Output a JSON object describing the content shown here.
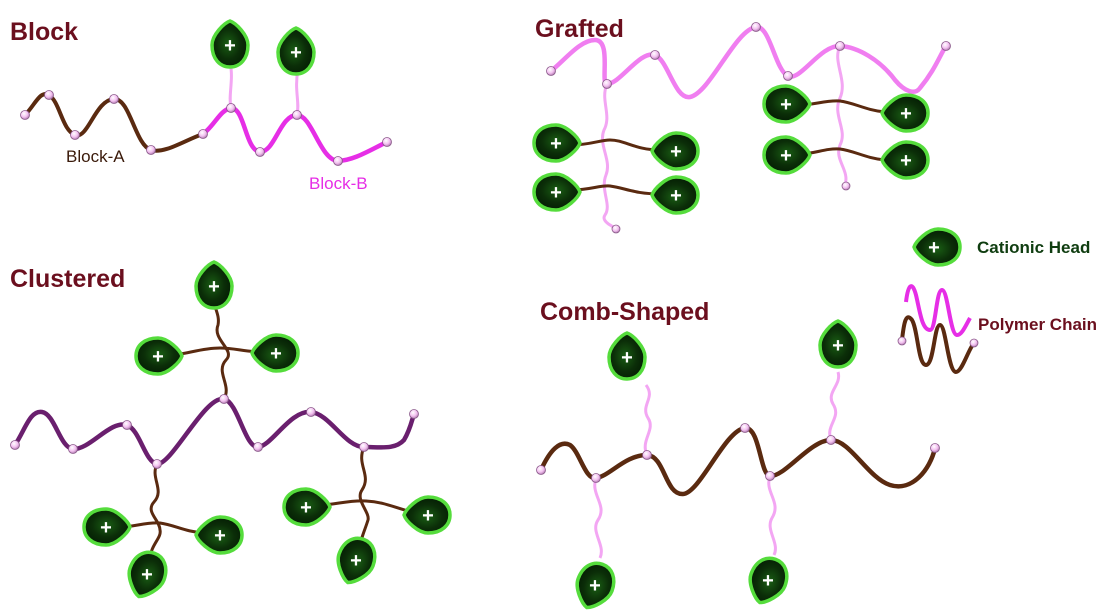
{
  "panels": {
    "block": {
      "title": "Block",
      "block_a_label": "Block-A",
      "block_b_label": "Block-B"
    },
    "grafted": {
      "title": "Grafted"
    },
    "clustered": {
      "title": "Clustered"
    },
    "comb_shaped": {
      "title": "Comb-Shaped"
    }
  },
  "legend": {
    "cationic_head": "Cationic Head",
    "polymer_chain": "Polymer Chain"
  },
  "head_symbol": "+",
  "colors": {
    "title": "#6b0f1e",
    "block_a": "#5a2a10",
    "block_b": "#e62ee6",
    "grafted_backbone": "#f07ef0",
    "graft_side": "#f3a6f3",
    "clustered_backbone": "#6a1f6e",
    "brown_chain": "#5a2a10",
    "head_fill": "#0b3d0b",
    "head_glow": "#4ed838",
    "bead": "#f6c9f6"
  }
}
